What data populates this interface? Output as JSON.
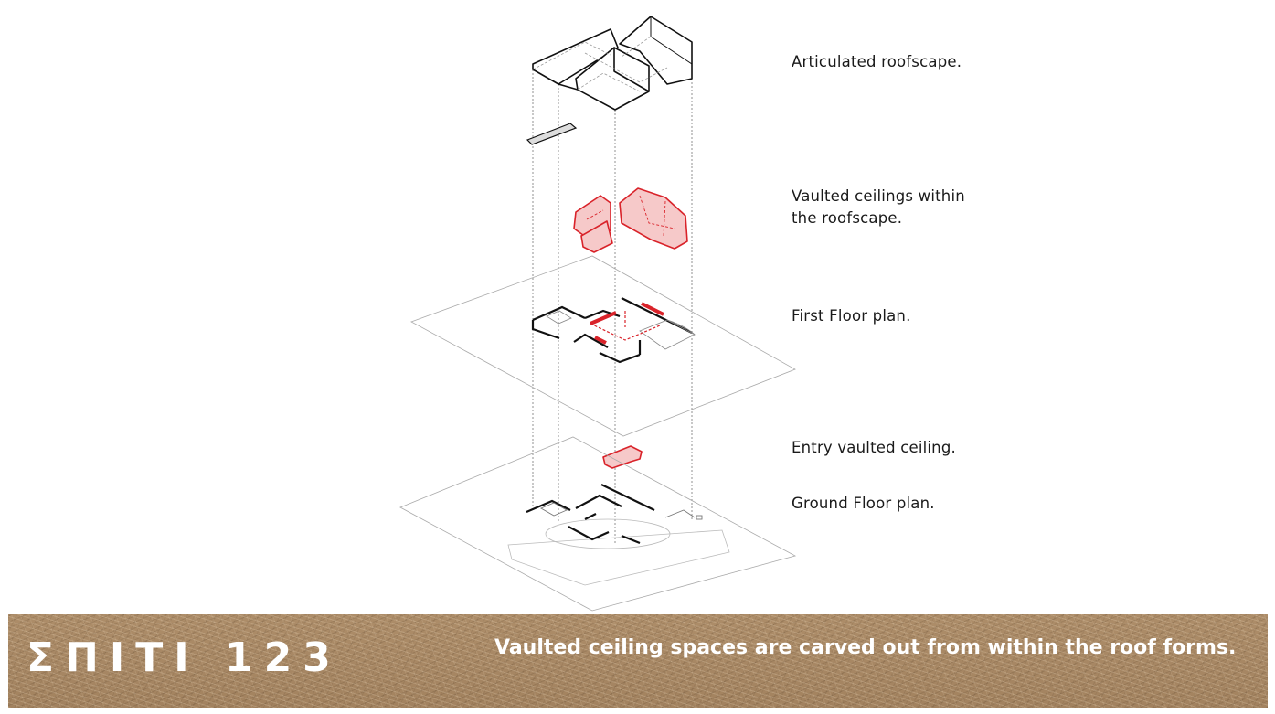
{
  "labels": {
    "roofscape": "Articulated roofscape.",
    "vaulted_line1": "Vaulted ceilings within",
    "vaulted_line2": "the roofscape.",
    "first_floor": "First Floor plan.",
    "entry_vault": "Entry vaulted ceiling.",
    "ground_floor": "Ground Floor plan."
  },
  "banner": {
    "brand": "ΣΠΙΤΙ 123",
    "caption": "Vaulted ceiling spaces are carved out from within the roof forms."
  },
  "colors": {
    "accent_red": "#d9232a",
    "red_fill": "#f6c9c9",
    "line": "#111111",
    "banner": "#a88864"
  }
}
